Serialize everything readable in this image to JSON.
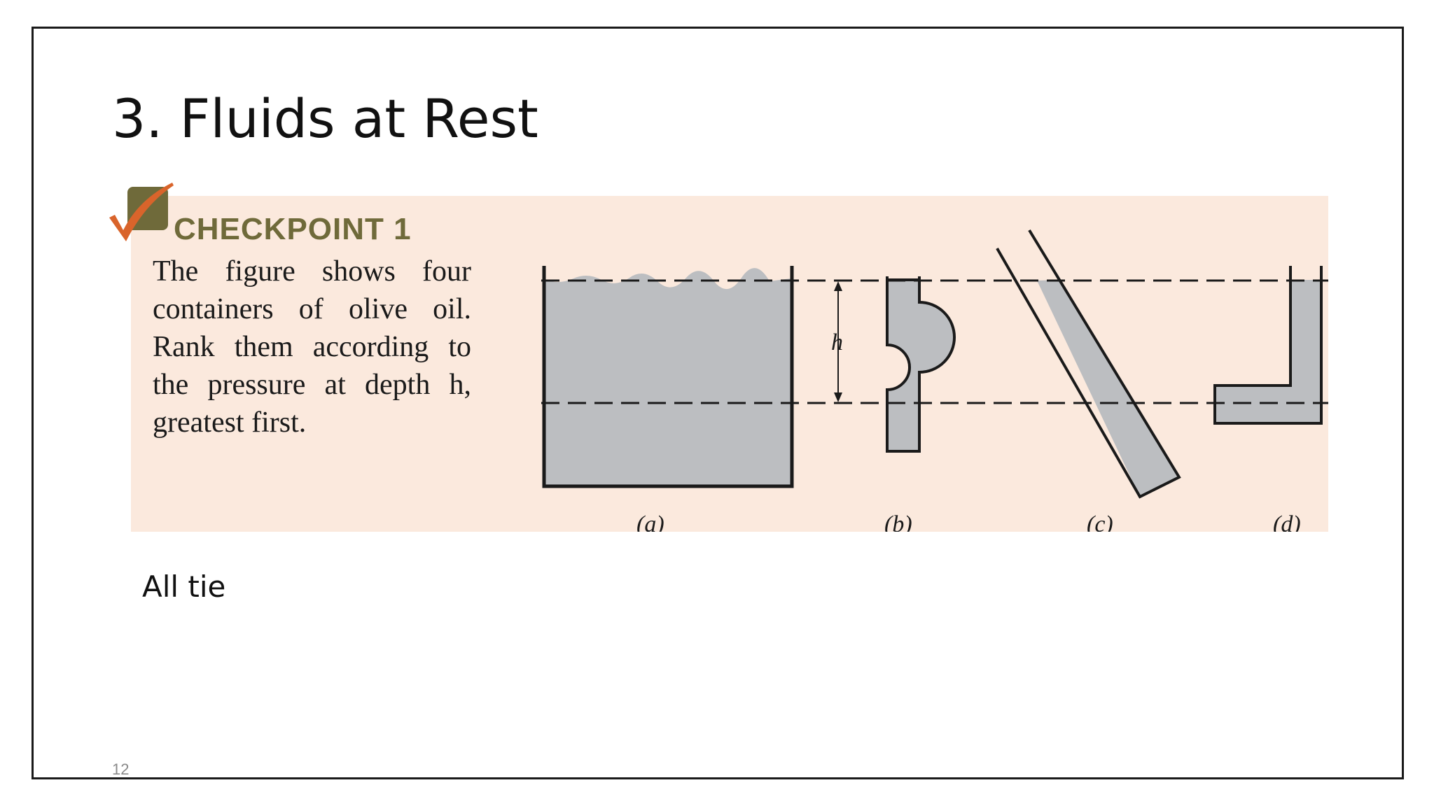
{
  "slide": {
    "title": "3. Fluids at Rest",
    "page_number": "12",
    "answer": "All tie"
  },
  "checkpoint": {
    "heading": "CHECKPOINT 1",
    "text": "The figure shows four containers of olive oil. Rank them according to the pressure at depth h, greatest first."
  },
  "figure": {
    "depth_label": "h",
    "labels": [
      "(a)",
      "(b)",
      "(c)",
      "(d)"
    ]
  },
  "colors": {
    "panel_bg": "#fbe9dd",
    "oil_fill": "#bcbec1",
    "checkmark": "#d9642b",
    "checkbox": "#6f6a3a"
  }
}
